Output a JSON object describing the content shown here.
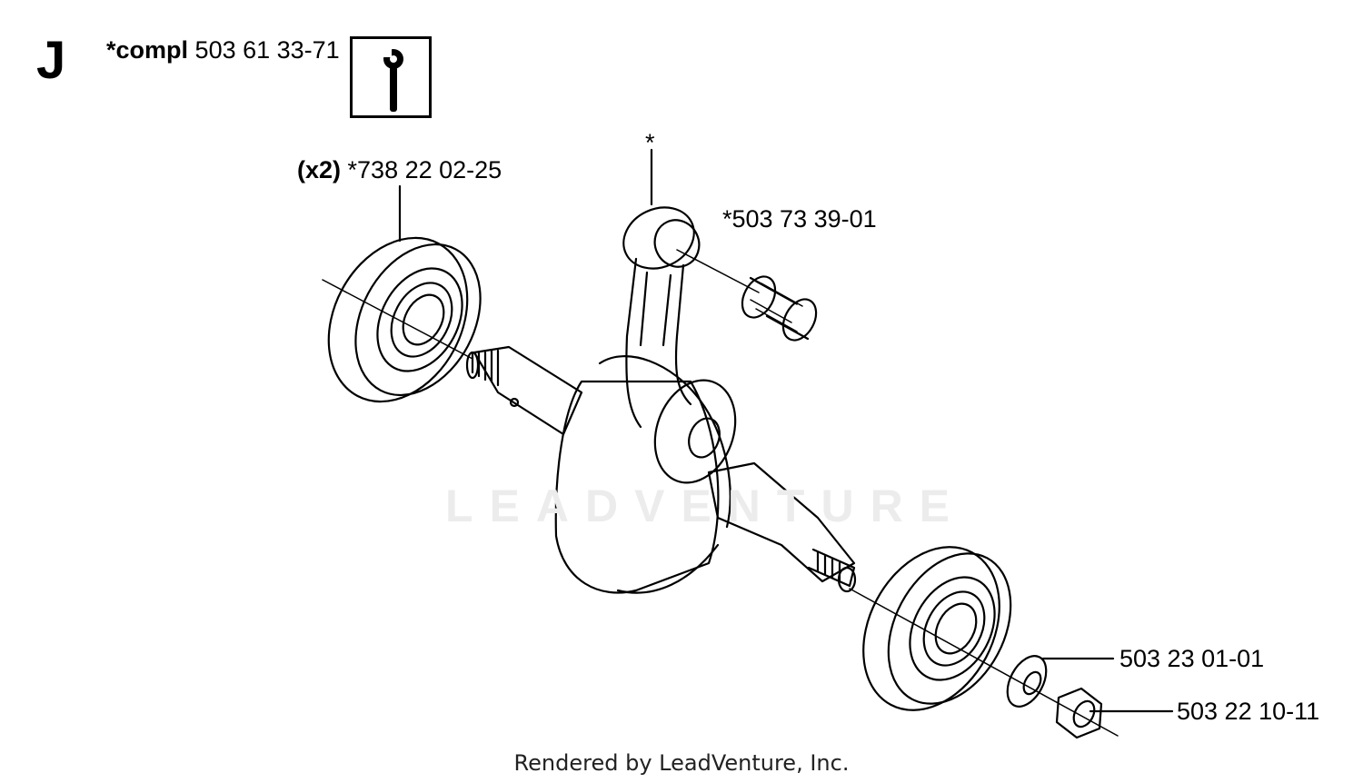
{
  "section": {
    "letter": "J"
  },
  "assembly": {
    "prefix": "*compl",
    "part_number": "503 61 33-71",
    "icon": "wrench-info-icon"
  },
  "parts": {
    "bearing": {
      "qty": "(x2)",
      "part_number": "*738 22 02-25"
    },
    "connecting_rod": {
      "marker": "*"
    },
    "needle_bearing": {
      "part_number": "*503 73 39-01"
    },
    "washer": {
      "part_number": "503 23 01-01"
    },
    "nut": {
      "part_number": "503 22 10-11"
    }
  },
  "watermark": "LEADVENTURE",
  "footer": "Rendered by LeadVenture, Inc."
}
